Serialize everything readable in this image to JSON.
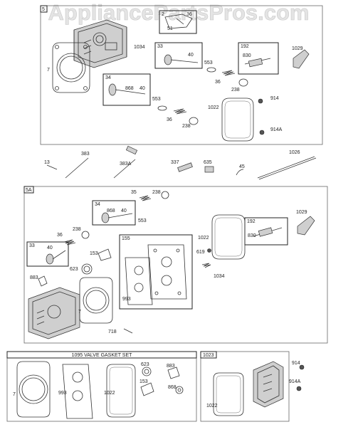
{
  "watermark": "AppliancePartsPros.com",
  "sections": {
    "top": "5",
    "middle": "5A",
    "gasket_set": "1095 VALVE GASKET SET",
    "cover": "1023"
  },
  "labels": {
    "top": [
      "2",
      "51",
      "36",
      "1034",
      "7",
      "33",
      "40",
      "553",
      "192",
      "830",
      "1029",
      "34",
      "868",
      "40",
      "553",
      "36",
      "238",
      "914",
      "1022",
      "36",
      "238",
      "914A"
    ],
    "loose": [
      "13",
      "383",
      "383A",
      "337",
      "635",
      "45",
      "1026"
    ],
    "middle": [
      "35",
      "238",
      "34",
      "868",
      "40",
      "553",
      "1029",
      "192",
      "830",
      "36",
      "238",
      "1022",
      "33",
      "40",
      "155",
      "619",
      "153",
      "1034",
      "883",
      "623",
      "993",
      "7",
      "718"
    ],
    "gasket_set": [
      "7",
      "993",
      "1022",
      "623",
      "883",
      "153",
      "868"
    ],
    "cover": [
      "914",
      "914A",
      "1022"
    ]
  }
}
